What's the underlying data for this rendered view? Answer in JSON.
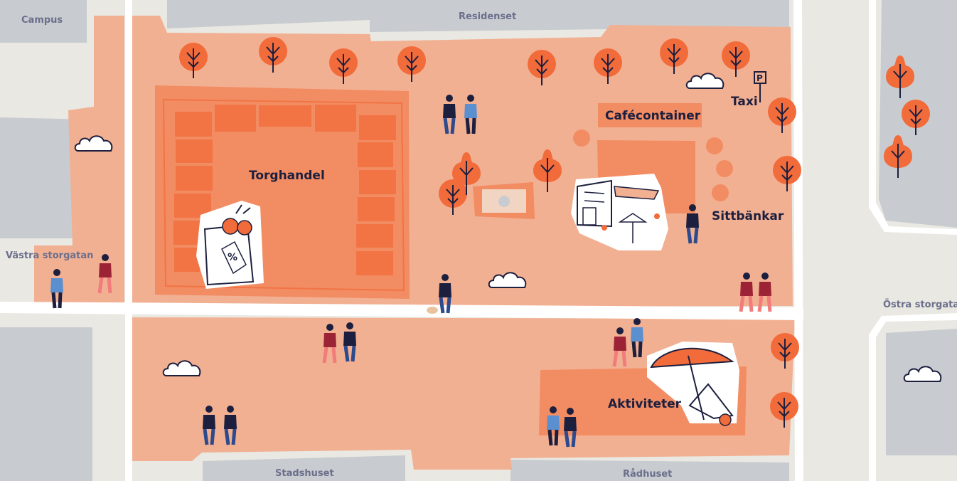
{
  "labels": {
    "campus": "Campus",
    "residenset": "Residenset",
    "vastra_storgatan": "Västra storgatan",
    "ostra_storgatan": "Östra storgatan",
    "stadshuset": "Stadshuset",
    "radhuset": "Rådhuset",
    "torghandel": "Torghandel",
    "cafecontainer": "Cafécontainer",
    "taxi": "Taxi",
    "sittbankar": "Sittbänkar",
    "aktiviteter": "Aktiviteter"
  },
  "icons": {
    "parking": "P",
    "discount": "%"
  },
  "colors": {
    "plaza": "#f2b092",
    "area": "#f28c63",
    "stall": "#f27444",
    "tree": "#f26b3a",
    "building": "#c8cbcf",
    "ground": "#e9e8e2",
    "road": "#ffffff",
    "ink": "#1c1f3e"
  }
}
